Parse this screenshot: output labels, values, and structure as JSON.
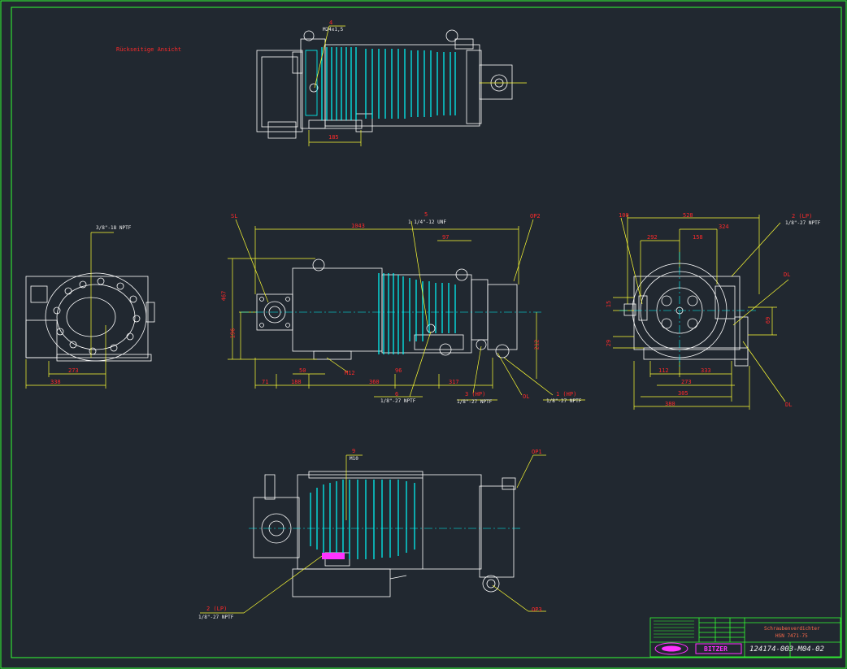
{
  "colors": {
    "background": "#212830",
    "frame": "#33ff33",
    "outline": "#ffffff",
    "fins": "#00ffff",
    "dimension": "#ffff33",
    "dimension_text": "#ff2a2a",
    "title_block": "#33ff33",
    "logo": "#ff33ff"
  },
  "drawing_title": "Rückseitige Ansicht",
  "views": {
    "top": {
      "labels": {
        "item_4": "4",
        "thread_4": "M24x1,5",
        "dim_185": "185"
      }
    },
    "left_end": {
      "labels": {
        "thread": "3/8\"-18 NPTF",
        "dim_273": "273",
        "dim_338": "338"
      }
    },
    "side": {
      "labels": {
        "sl": "SL",
        "item_5": "5",
        "thread_5": "1 1/4\"-12 UNF",
        "dim_1043": "1043",
        "dim_97": "97",
        "op2": "OP2",
        "dim_467": "467",
        "dim_196": "196",
        "dim_212": "212",
        "dim_50": "50",
        "m12": "M12",
        "dim_71": "71",
        "dim_188": "188",
        "dim_360": "360",
        "dim_96": "96",
        "dim_317": "317",
        "item_6": "6",
        "thread_6": "1/8\"-27 NPTF",
        "hp3": "3 (HP)",
        "thread_hp3": "1/8\"-27 NPTF",
        "ol": "OL",
        "hp1": "1 (HP)",
        "thread_hp1": "1/8\"-27 NPTF"
      }
    },
    "right_end": {
      "labels": {
        "dim_100": "100",
        "dim_528": "528",
        "lp2": "2 (LP)",
        "thread_lp2": "1/8\"-27 NPTF",
        "dim_292": "292",
        "dim_158": "158",
        "dim_324": "324",
        "dl": "DL",
        "dim_15": "15",
        "dim_69": "69",
        "dim_29": "29",
        "dim_112": "112",
        "dim_333": "333",
        "dim_273": "273",
        "dim_305": "305",
        "dim_380": "380",
        "dl2": "DL"
      }
    },
    "bottom": {
      "labels": {
        "item_9": "9",
        "thread_9": "M10",
        "op1": "OP1",
        "lp2": "2 (LP)",
        "thread_lp2": "1/8\"-27 NPTF",
        "op3": "OP3"
      }
    }
  },
  "title_block": {
    "product": "Schraubenverdichter",
    "model": "HSN 7471-75",
    "drawing_no": "124174-003",
    "sheet": "-M04-02",
    "logo": "BITZER"
  }
}
